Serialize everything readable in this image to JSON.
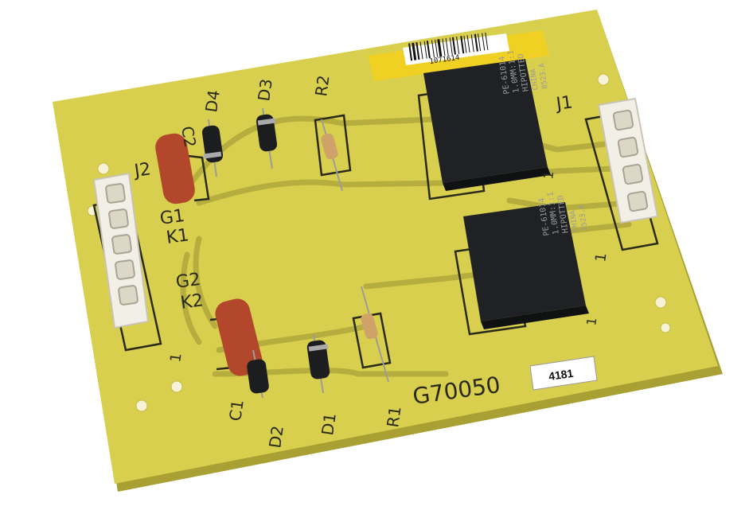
{
  "board": {
    "part_number": "G70050",
    "sticker_number": "4181",
    "barcode_text": "1071614",
    "colors": {
      "pcb": "#d9cf4e",
      "pcb_shadow": "#a8a032",
      "trace": "#b5ad3e",
      "silkscreen": "#2a2a1a",
      "relay": "#1f2124",
      "capacitor": "#b2472c",
      "connector": "#f2efe6",
      "label_yellow": "#f1d024"
    }
  },
  "labels": {
    "j1": "J1",
    "j2": "J2",
    "g1": "G1",
    "k1": "K1",
    "g2": "G2",
    "k2": "K2",
    "c1": "C1",
    "c2": "C2",
    "d1": "D1",
    "d2": "D2",
    "d3": "D3",
    "d4": "D4",
    "r1": "R1",
    "r2": "R2",
    "pin1_a": "1",
    "pin1_b": "1",
    "pin1_c": "1",
    "pin1_d": "1"
  },
  "relays": [
    {
      "line1": "PE-61014",
      "line2": "1.0MM:1:1",
      "line3": "HIPOTTED",
      "line4": "CHINA",
      "line5": "8523.A"
    },
    {
      "line1": "PE-61014",
      "line2": "1.0MM:1:1",
      "line3": "HIPOTTED",
      "line4": "CHINA",
      "line5": "8523.A"
    }
  ]
}
